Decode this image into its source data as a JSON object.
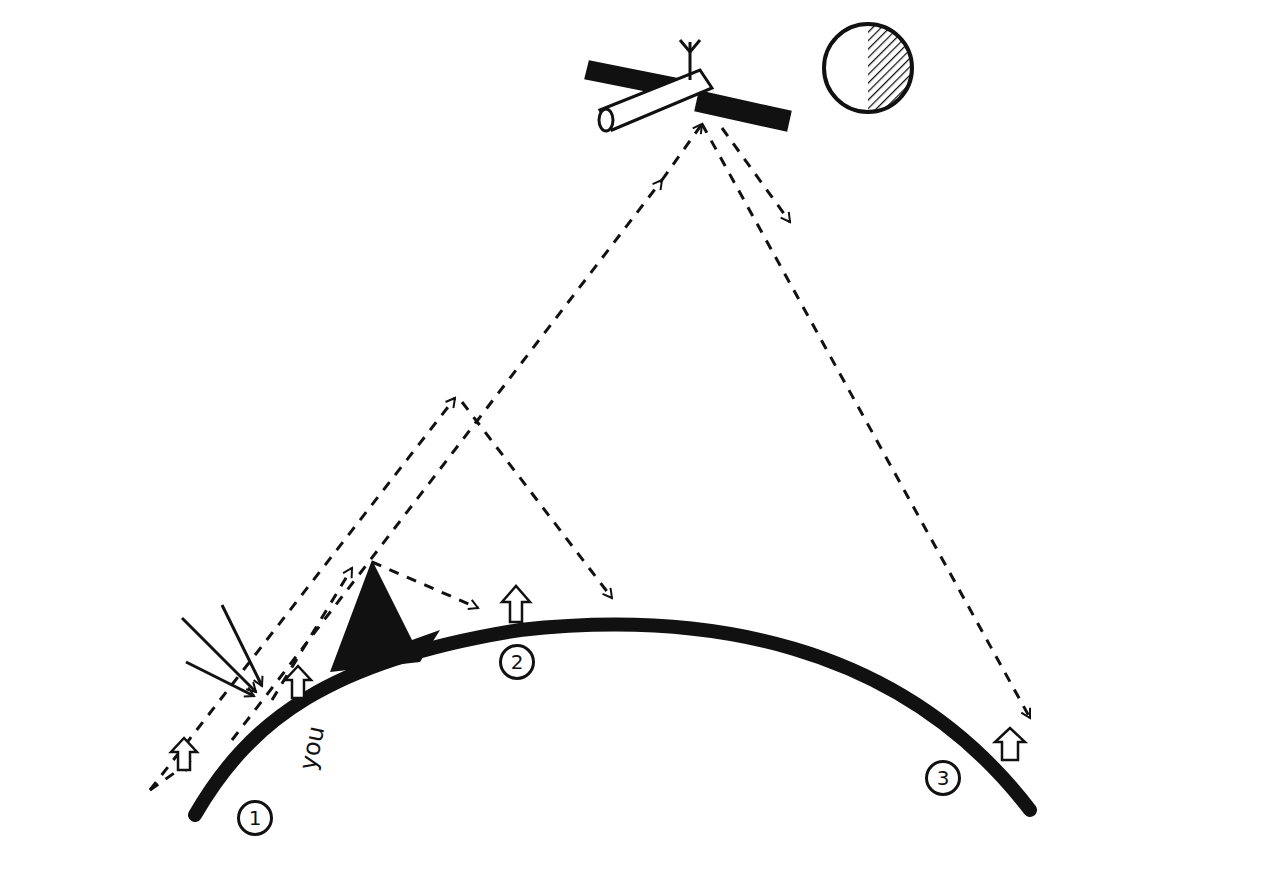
{
  "diagram": {
    "nodes": [
      {
        "text": [
          "1"
        ]
      },
      {
        "text": [
          "2"
        ]
      },
      {
        "text": [
          "3"
        ]
      }
    ],
    "labels": [
      "you"
    ]
  }
}
